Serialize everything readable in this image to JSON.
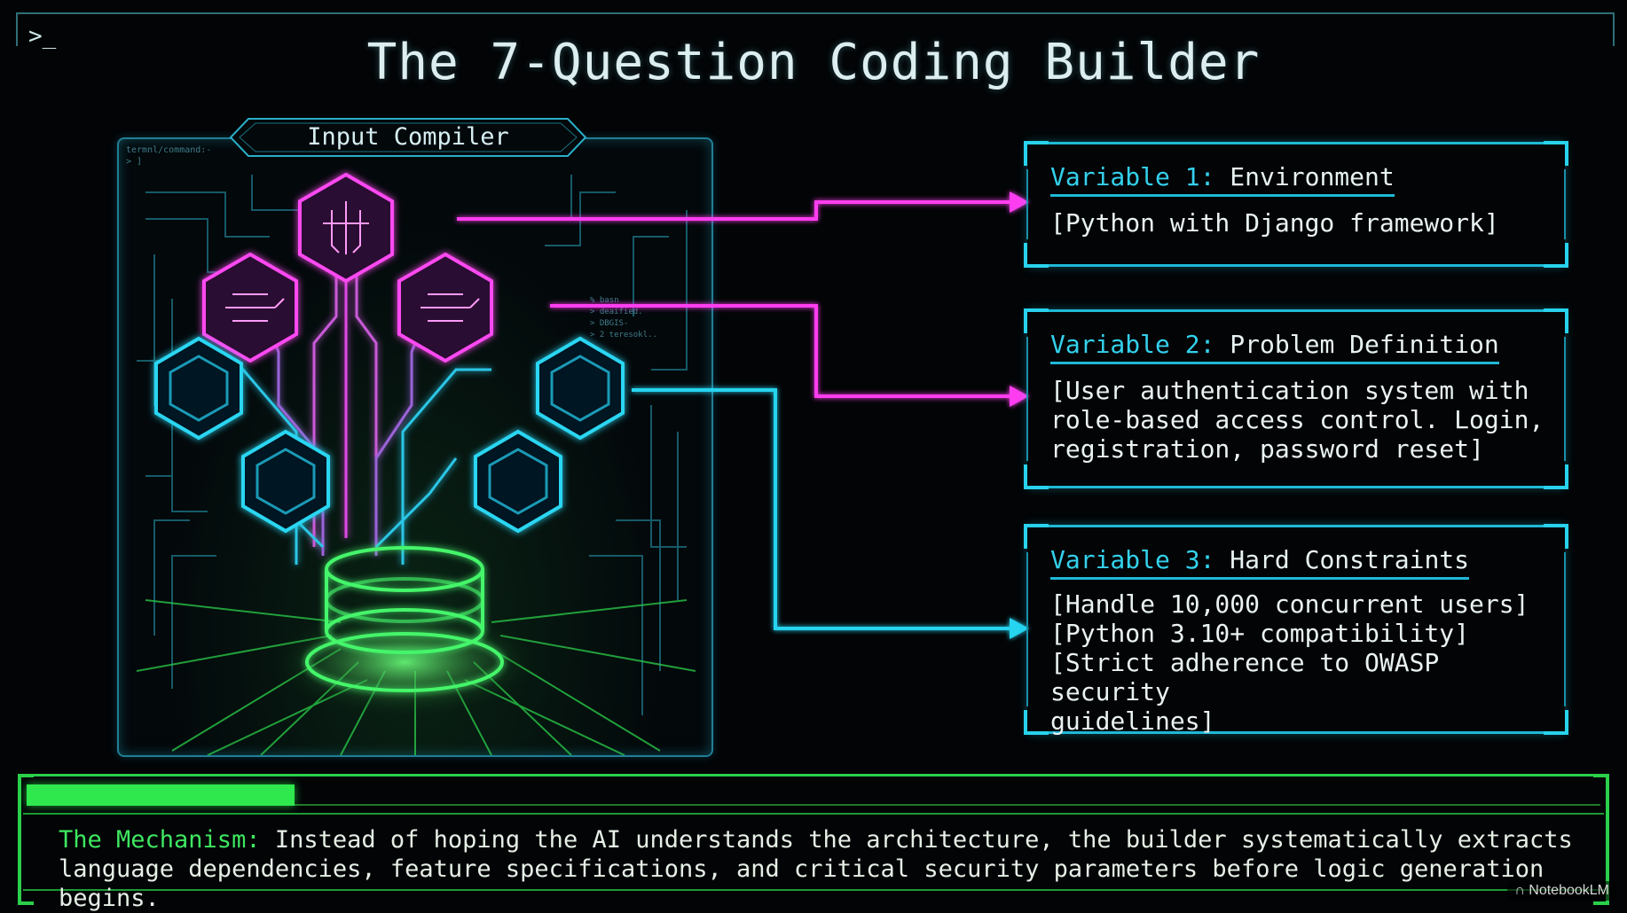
{
  "header": {
    "prompt": ">_",
    "title": "The 7-Question Coding Builder"
  },
  "compiler": {
    "label": "Input Compiler",
    "terminal_text": "termnl/command:-\n> ]",
    "side_text": "% basn\n> deaified.\n> DBGIS-\n> 2 teresokl..",
    "hex_colors": {
      "magenta": "#ff3cf0",
      "cyan": "#27d4f0",
      "green": "#35f25a"
    }
  },
  "variables": [
    {
      "key": "Variable 1:",
      "name": "Environment",
      "body": "[Python with Django framework]"
    },
    {
      "key": "Variable 2:",
      "name": "Problem Definition",
      "body": "[User authentication system with\nrole-based access control. Login,\nregistration, password reset]"
    },
    {
      "key": "Variable 3:",
      "name": "Hard Constraints",
      "body": "[Handle 10,000 concurrent users]\n[Python 3.10+ compatibility]\n[Strict adherence to OWASP security\nguidelines]"
    }
  ],
  "mechanism": {
    "key": "The Mechanism:",
    "text": " Instead of hoping the AI understands the architecture, the builder systematically extracts language dependencies, feature specifications, and critical security parameters before logic generation begins.",
    "progress": 0.17
  },
  "badge": "NotebookLM",
  "colors": {
    "accent_cyan": "#1fb8d6",
    "accent_magenta": "#ff3cf0",
    "accent_green": "#2ee84d"
  }
}
